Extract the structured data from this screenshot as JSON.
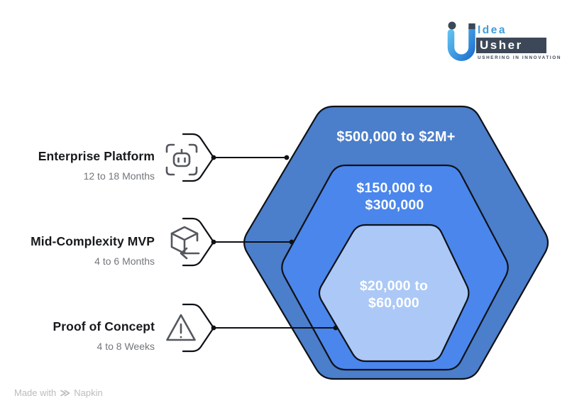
{
  "colors": {
    "outer_hex": "#4b7ecb",
    "middle_hex": "#4a86ec",
    "inner_hex": "#abc8f6",
    "line": "#0e1116",
    "icon_gray": "#54585e",
    "logo_blue": "#3f9ddb",
    "logo_dark": "#3c4857"
  },
  "logo": {
    "idea": "Idea",
    "usher": "Usher",
    "tagline": "USHERING IN INNOVATION"
  },
  "tiers": [
    {
      "title": "Enterprise Platform",
      "duration": "12 to 18 Months",
      "icon": "bot-scan-icon",
      "cost_line1": "$500,000 to $2M+",
      "cost_line2": ""
    },
    {
      "title": "Mid-Complexity MVP",
      "duration": "4 to 6 Months",
      "icon": "package-receive-icon",
      "cost_line1": "$150,000 to",
      "cost_line2": "$300,000"
    },
    {
      "title": "Proof of Concept",
      "duration": "4 to 8 Weeks",
      "icon": "warning-triangle-icon",
      "cost_line1": "$20,000 to",
      "cost_line2": "$60,000"
    }
  ],
  "footer": {
    "made_with": "Made with",
    "brand": "Napkin"
  }
}
